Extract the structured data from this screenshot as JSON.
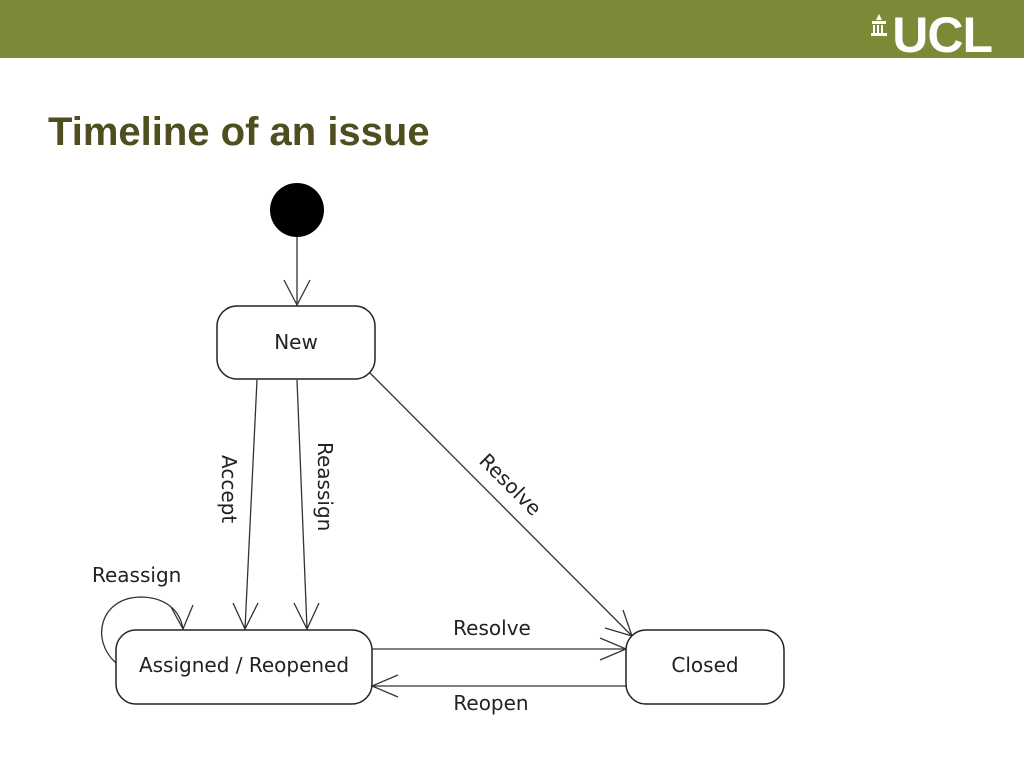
{
  "header": {
    "logo_text": "UCL",
    "accent": "#7b8a37"
  },
  "slide": {
    "title": "Timeline of an issue"
  },
  "diagram": {
    "states": {
      "new": "New",
      "assigned": "Assigned / Reopened",
      "closed": "Closed"
    },
    "transitions": {
      "accept": "Accept",
      "reassign_down": "Reassign",
      "resolve_diag": "Resolve",
      "reassign_self": "Reassign",
      "resolve_right": "Resolve",
      "reopen": "Reopen"
    }
  }
}
